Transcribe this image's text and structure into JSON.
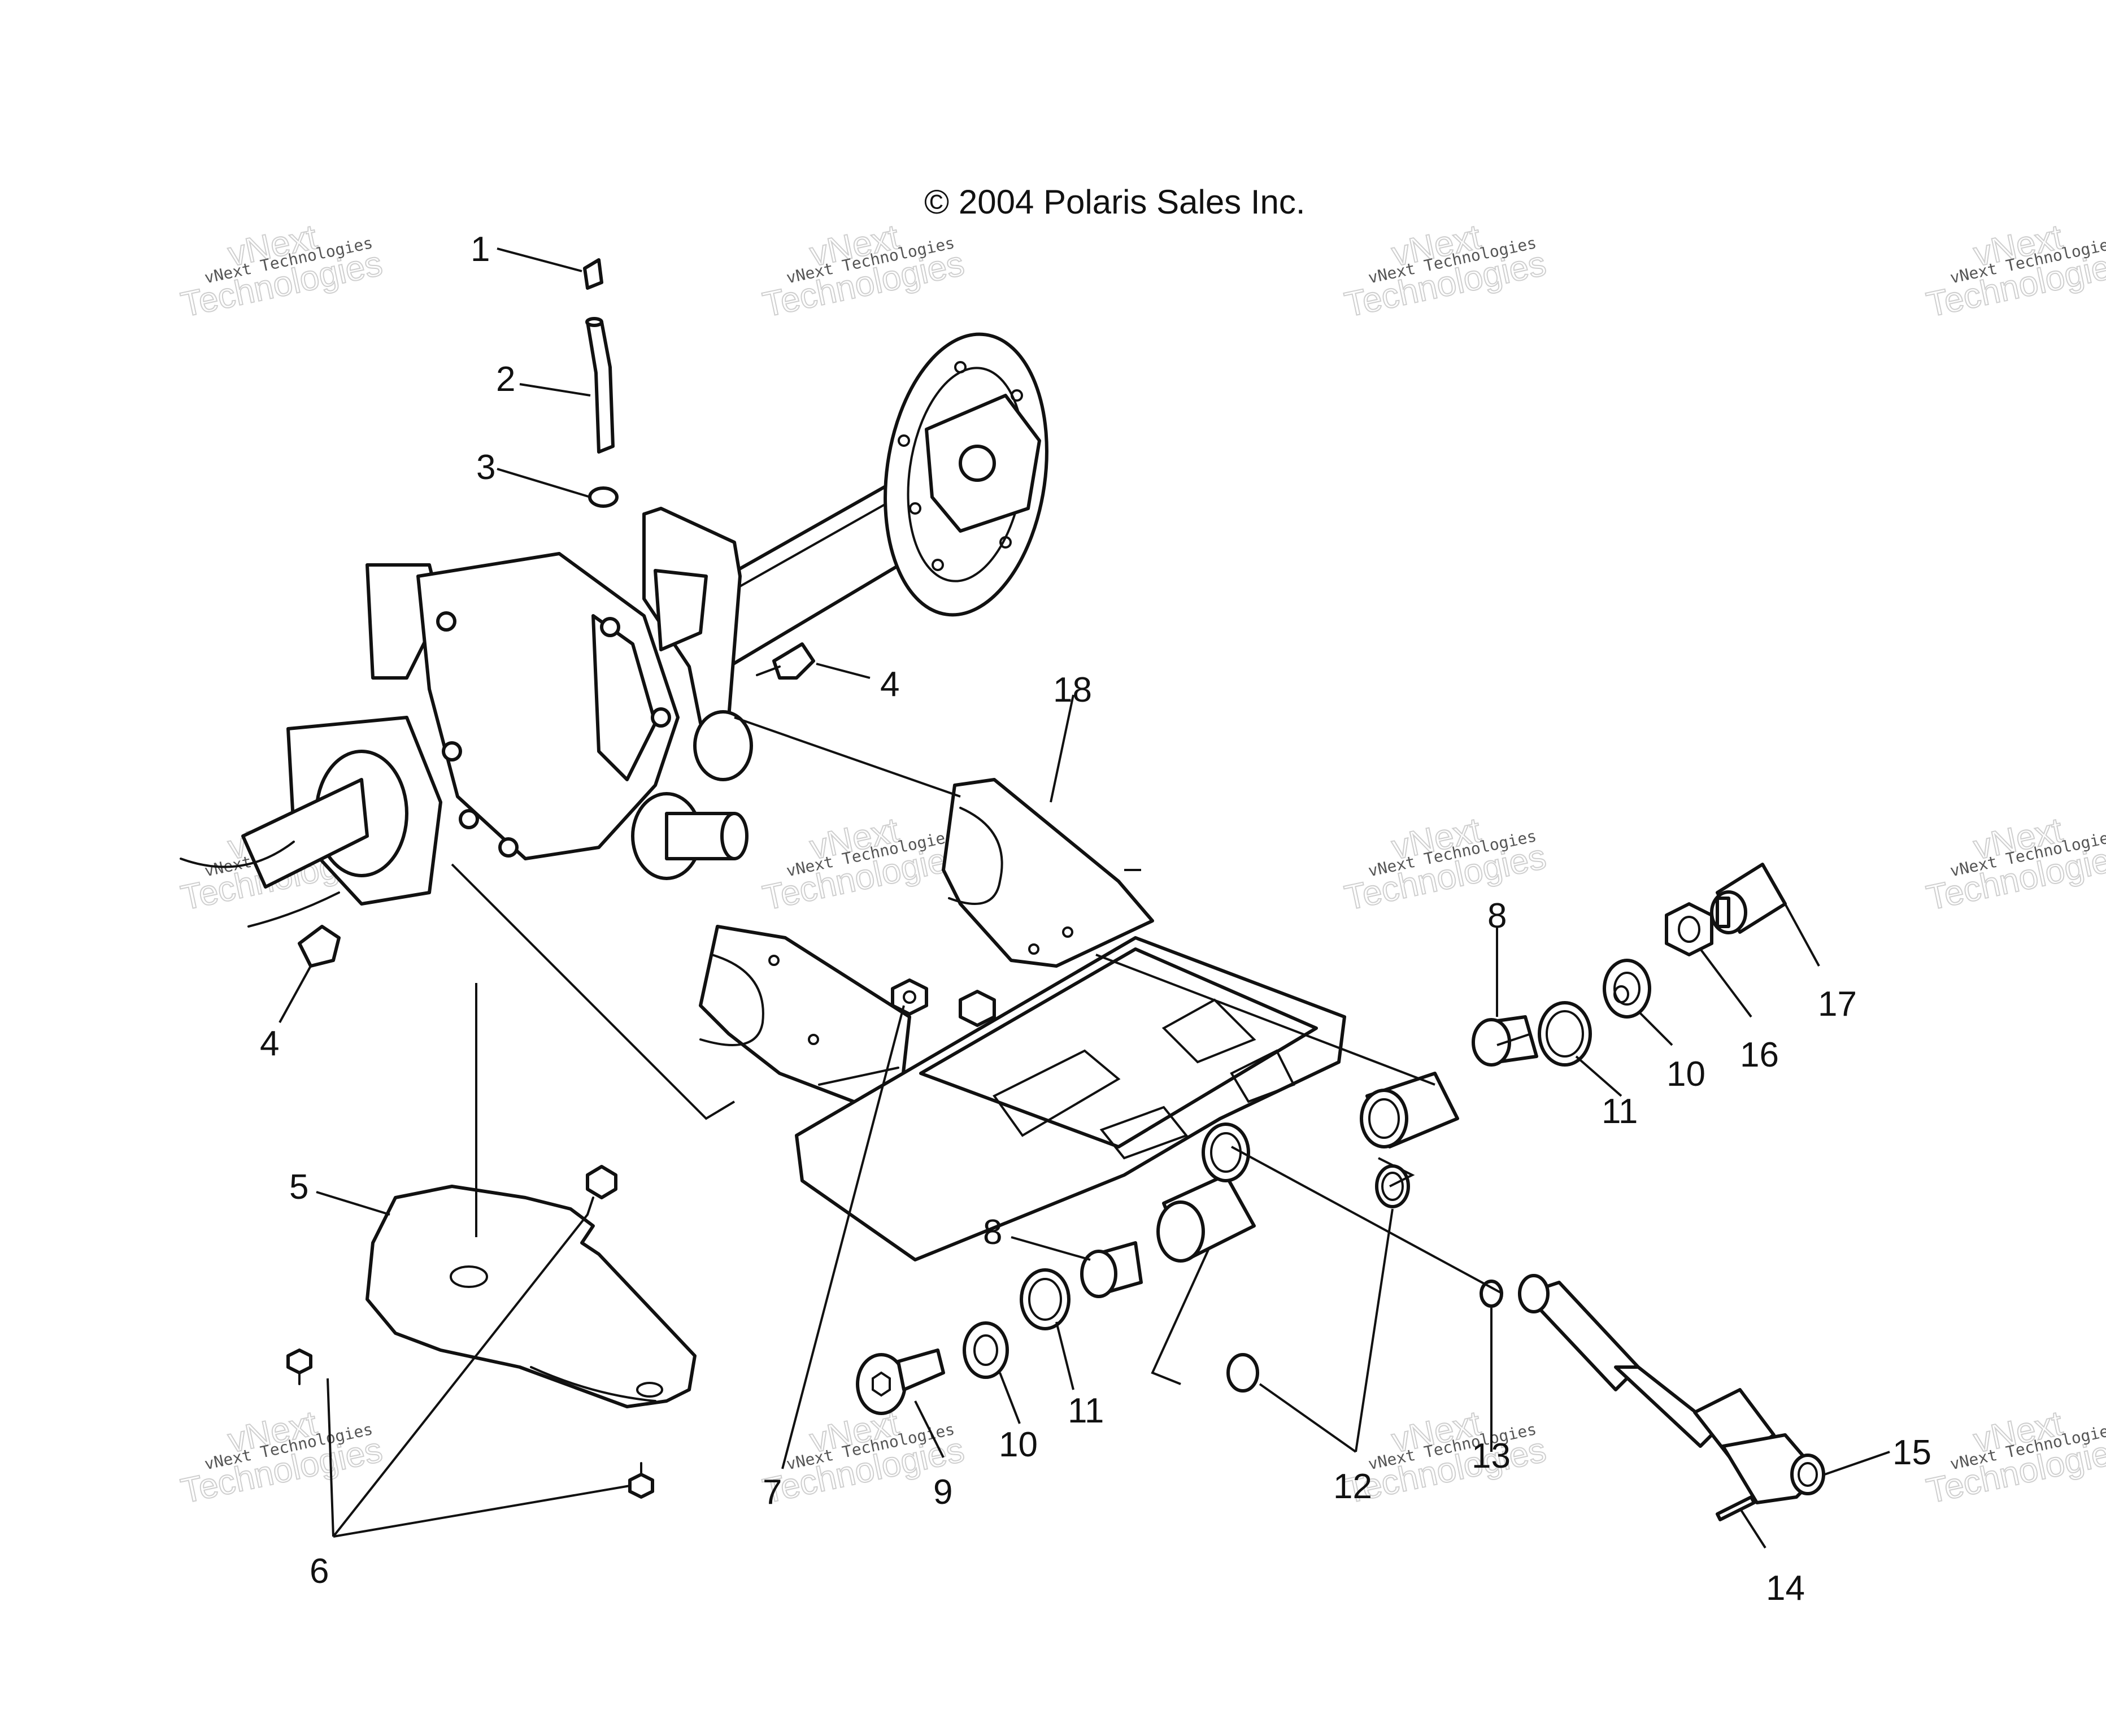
{
  "copyright": "© 2004 Polaris Sales Inc.",
  "watermark": {
    "small_text": "vNext Technologies",
    "big_line1": "vNext",
    "big_line2": "Technologies"
  },
  "callouts": {
    "c1": "1",
    "c2": "2",
    "c3": "3",
    "c4a": "4",
    "c4b": "4",
    "c5": "5",
    "c6": "6",
    "c7": "7",
    "c8a": "8",
    "c8b": "8",
    "c9": "9",
    "c10a": "10",
    "c10b": "10",
    "c11a": "11",
    "c11b": "11",
    "c12": "12",
    "c13": "13",
    "c14": "14",
    "c15": "15",
    "c16": "16",
    "c17": "17",
    "c18": "18"
  }
}
